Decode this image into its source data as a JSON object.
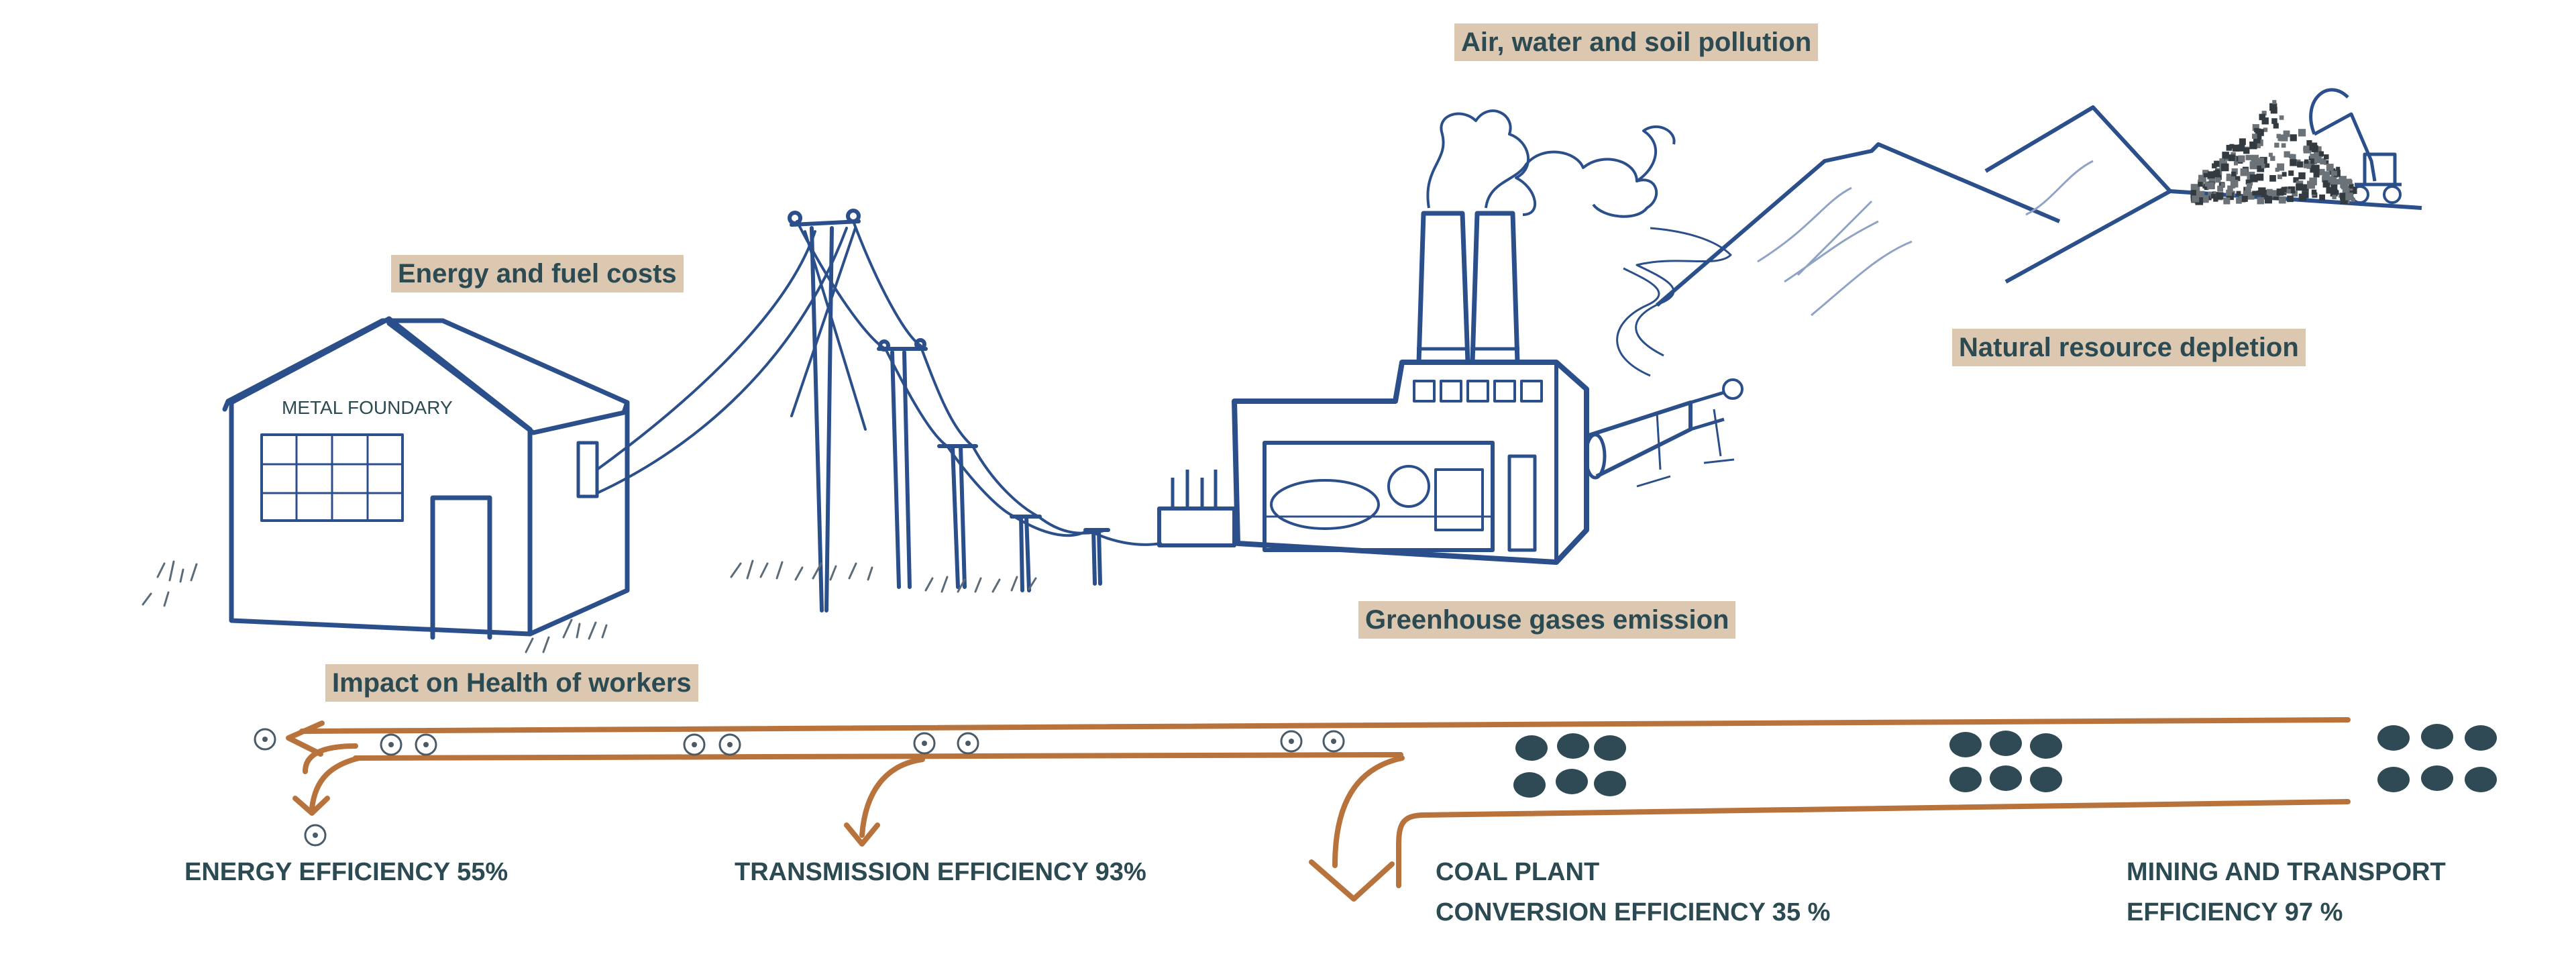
{
  "foundry": {
    "sign": "METAL FOUNDARY"
  },
  "impacts": {
    "energy_costs": "Energy and fuel costs",
    "pollution": "Air, water and soil pollution",
    "resource_depletion": "Natural resource depletion",
    "greenhouse": "Greenhouse gases emission",
    "worker_health": "Impact on Health of workers"
  },
  "efficiencies": {
    "energy": {
      "line1": "ENERGY EFFICIENCY  55%"
    },
    "transmission": {
      "line1": "TRANSMISSION EFFICIENCY 93%"
    },
    "coal_plant": {
      "line1": "COAL PLANT",
      "line2": "CONVERSION EFFICIENCY 35 %"
    },
    "mining": {
      "line1": "MINING AND TRANSPORT",
      "line2": "EFFICIENCY  97 %"
    }
  },
  "colors": {
    "ink": "#2b4f8a",
    "label_text": "#2c4a52",
    "label_bg": "#dcc7b1",
    "flow_arrow": "#b8733c",
    "coal": "#2f4a55",
    "grass": "#5b6b78"
  },
  "icons": {
    "energy_unit": "circle-dot-icon",
    "coal_lump": "coal-icon"
  }
}
